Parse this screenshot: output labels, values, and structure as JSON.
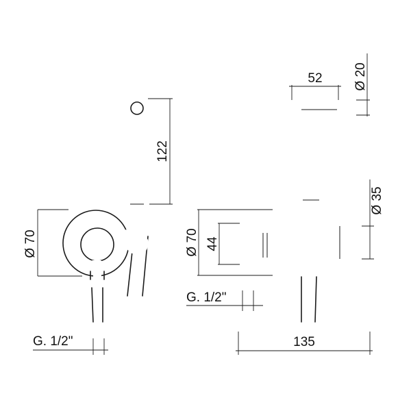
{
  "dimensions": {
    "left_diameter": "Ø 70",
    "left_height": "122",
    "left_thread": "G. 1/2\"",
    "right_top_width": "52",
    "right_top_diameter": "Ø 20",
    "right_body_diameter": "Ø 35",
    "right_plate_diameter": "Ø 70",
    "right_box_height": "44",
    "right_thread": "G. 1/2\"",
    "right_total_width": "135"
  }
}
